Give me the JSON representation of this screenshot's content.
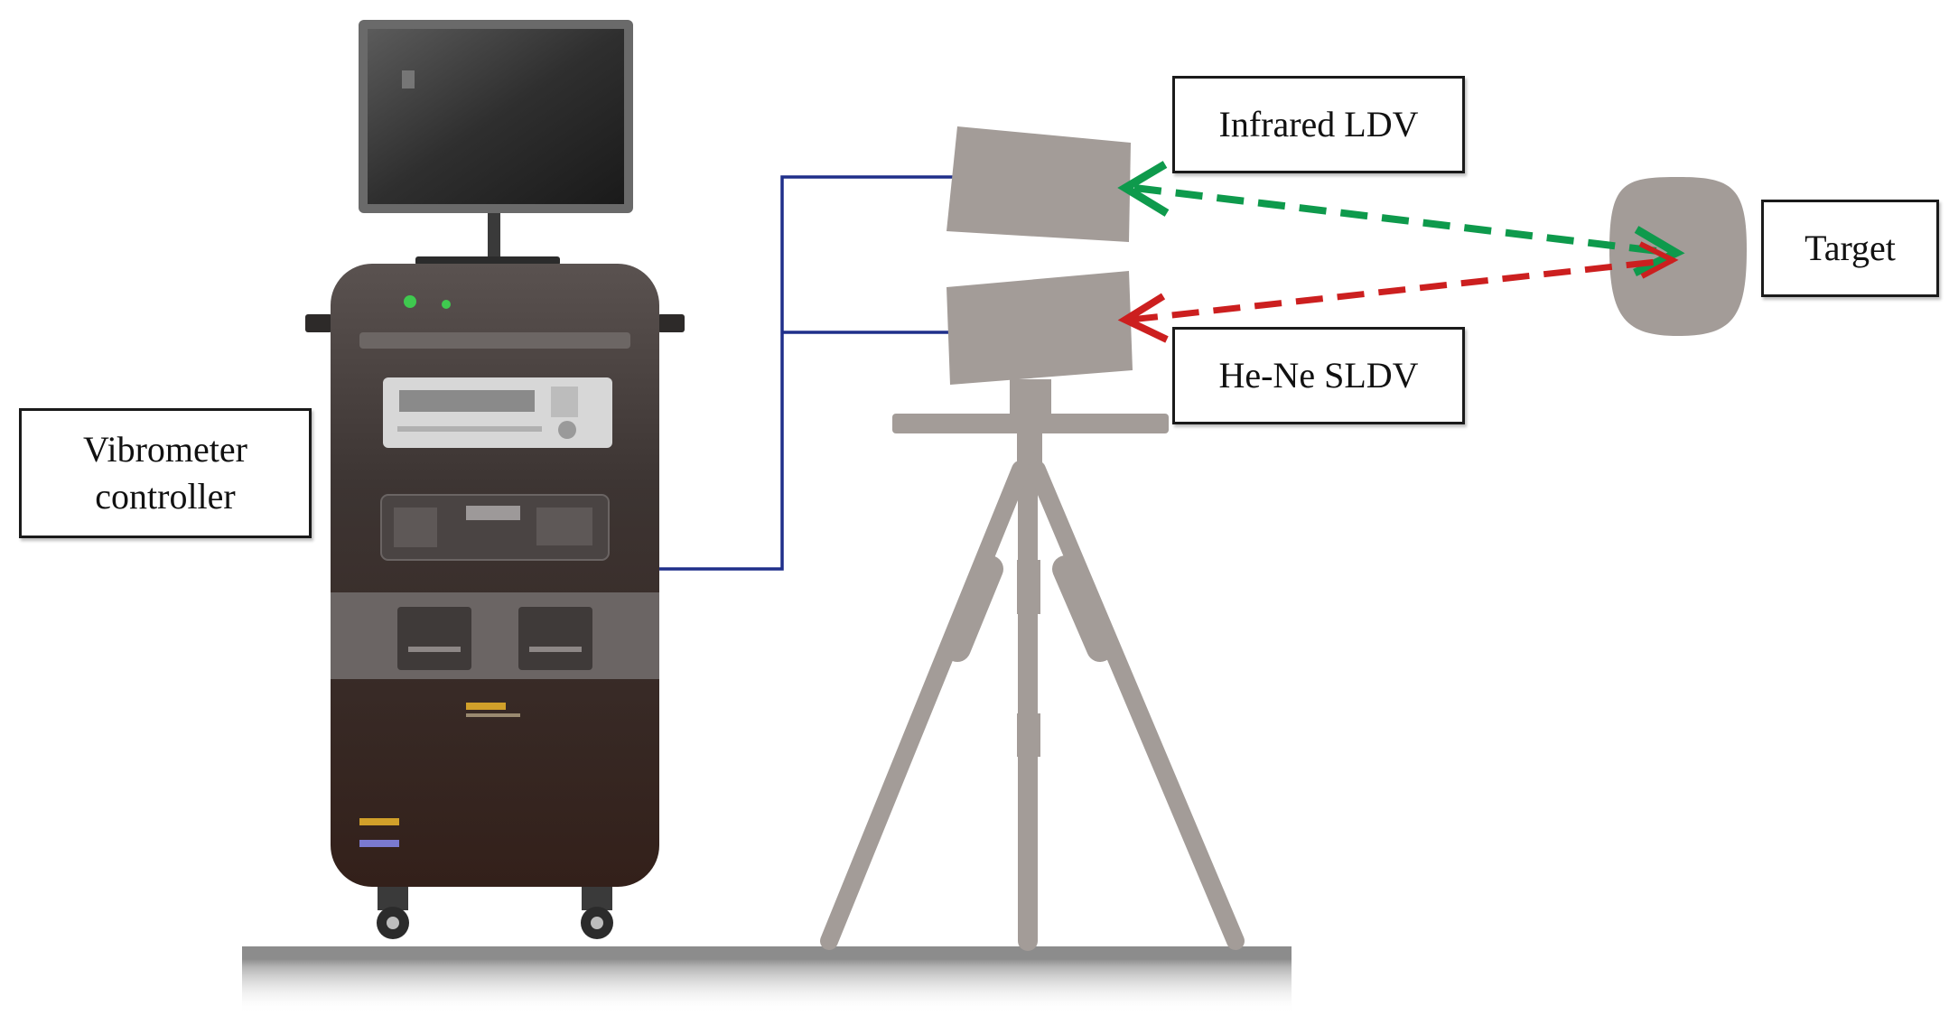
{
  "labels": {
    "controller_line1": "Vibrometer",
    "controller_line2": "controller",
    "infrared": "Infrared LDV",
    "hene": "He-Ne SLDV",
    "target": "Target"
  },
  "icons": {
    "controller": "vibrometer-controller-cabinet",
    "monitor": "monitor-icon",
    "infrared_head": "laser-head-icon",
    "hene_head": "laser-head-icon",
    "tripod": "tripod-icon",
    "target": "target-object-icon"
  },
  "colors": {
    "cable": "#1f2f8a",
    "infrared_beam": "#0e9a4c",
    "hene_beam": "#cc1f1f",
    "equipment_gray": "#a39c98",
    "label_border": "#1a1a1a",
    "cabinet_dark": "#3b2a24",
    "floor": "#8c8c8c"
  }
}
